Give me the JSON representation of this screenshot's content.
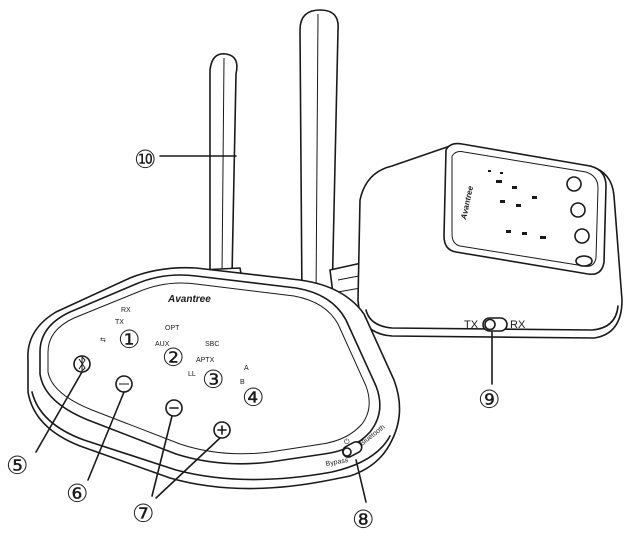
{
  "brand": "Avantree",
  "front": {
    "mode_labels": {
      "rx": "RX",
      "tx": "TX"
    },
    "input_labels": {
      "opt": "OPT",
      "aux": "AUX"
    },
    "codec_labels": {
      "sbc": "SBC",
      "aptx": "APTX",
      "ll": "LL"
    },
    "device_labels": {
      "a": "A",
      "b": "B"
    },
    "indicators": [
      "①",
      "②",
      "③",
      "④"
    ],
    "switch_labels": {
      "bypass": "Bypass",
      "bluetooth": "Bluetooth"
    }
  },
  "back": {
    "tx_label": "TX",
    "rx_label": "RX"
  },
  "callouts": [
    "⑤",
    "⑥",
    "⑦",
    "⑧",
    "⑨",
    "⑩"
  ]
}
